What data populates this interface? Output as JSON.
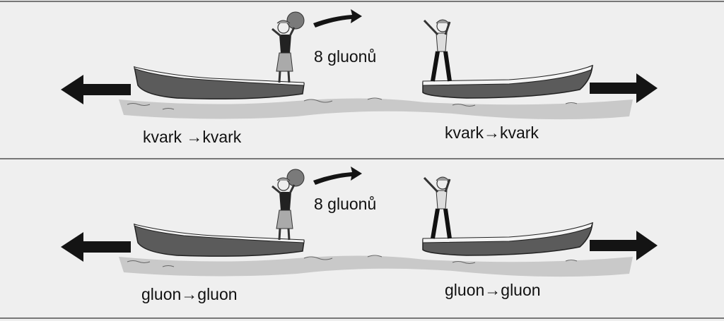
{
  "panels": [
    {
      "gluon_text": "8 gluonů",
      "left_label": "kvark →kvark",
      "right_label": "kvark→kvark"
    },
    {
      "gluon_text": "8 gluonů",
      "left_label": "gluon→gluon",
      "right_label": "gluon→gluon"
    }
  ],
  "colors": {
    "hull": "#5b5b5b",
    "deck": "#f4f4f4",
    "water": "#c9c9c9",
    "arrow": "#141414",
    "ball": "#7a7a7a"
  }
}
